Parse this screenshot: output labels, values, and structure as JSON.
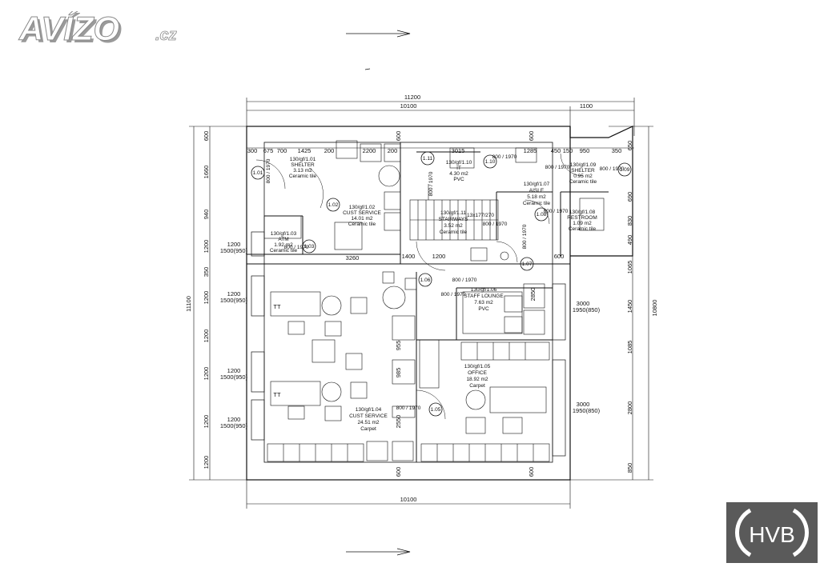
{
  "brand": {
    "name": "AVÍZO",
    "suffix": ".cz",
    "corner_logo": "HVB"
  },
  "colors": {
    "line": "#111111",
    "logo_text": "#ffffff",
    "logo_shadow": "#9a9a9a",
    "hvb_bg": "#5a5a5a"
  },
  "dims": {
    "top_total": "11200",
    "top_main": "10100",
    "top_right": "1100",
    "bottom": "10100",
    "left_total": "11100",
    "right_total": "10800",
    "top_row": [
      "300",
      "675",
      "700",
      "1425",
      "200",
      "2200",
      "200",
      "3015",
      "1285",
      "450",
      "150",
      "950",
      "350"
    ],
    "left_col": [
      "600",
      "1660",
      "940",
      "1200",
      "350",
      "1200",
      "1200",
      "1200",
      "1200",
      "1200"
    ],
    "right_col": [
      "650",
      "690",
      "830",
      "490",
      "1065",
      "1450",
      "1085",
      "2800",
      "850"
    ],
    "middle": [
      "600",
      "600",
      "600",
      "600",
      "600",
      "1200",
      "3260",
      "800 / 1970",
      "800 / 1970",
      "2850",
      "955",
      "985",
      "2550",
      "1400"
    ]
  },
  "windows": {
    "left": [
      {
        "w": "1200",
        "h": "1500(950)"
      },
      {
        "w": "1200",
        "h": "1500(950)"
      },
      {
        "w": "1200",
        "h": "1500(950)"
      },
      {
        "w": "1200",
        "h": "1500(950)"
      }
    ],
    "right": [
      {
        "w": "3000",
        "h": "1950(850)"
      },
      {
        "w": "3000",
        "h": "1950(850)"
      }
    ]
  },
  "rooms": [
    {
      "code": "130/gf/1.01",
      "name": "SHELTER",
      "area": "3.13 m2",
      "floor": "Ceramic tile"
    },
    {
      "code": "130/gf/1.02",
      "name": "CUST SERVICE",
      "area": "14.01 m2",
      "floor": "Ceramic tile"
    },
    {
      "code": "130/gf/1.03",
      "name": "ATM",
      "area": "1.92 m2",
      "floor": "Ceramic tile"
    },
    {
      "code": "130/gf/1.04",
      "name": "CUST SERVICE",
      "area": "24.51 m2",
      "floor": "Carpet"
    },
    {
      "code": "130/gf/1.05",
      "name": "OFFICE",
      "area": "18.92 m2",
      "floor": "Carpet"
    },
    {
      "code": "130/gf/1.06",
      "name": "STAFF LOUNGE",
      "area": "7.63 m2",
      "floor": "PVC"
    },
    {
      "code": "130/gf/1.07",
      "name": "AISLE",
      "area": "5.18 m2",
      "floor": "Ceramic tile"
    },
    {
      "code": "130/gf/1.08",
      "name": "RESTROOM",
      "area": "1.09 m2",
      "floor": "Ceramic tile"
    },
    {
      "code": "130/gf/1.09",
      "name": "SHELTER",
      "area": "0.95 m2",
      "floor": "Ceramic tile"
    },
    {
      "code": "130/gf/1.10",
      "name": "IT",
      "area": "4.30 m2",
      "floor": "PVC"
    },
    {
      "code": "130/gf/1.11",
      "name": "STAIRWAYS",
      "area": "3.52 m2",
      "floor": "Ceramic tile"
    }
  ],
  "doors": [
    {
      "tag": "1.01",
      "size": "800 / 1970"
    },
    {
      "tag": "1.02",
      "size": ""
    },
    {
      "tag": "1.03",
      "size": "800 / 1970"
    },
    {
      "tag": "1.05",
      "size": "800 / 1970"
    },
    {
      "tag": "1.06",
      "size": "800 / 1970"
    },
    {
      "tag": "1.07",
      "size": "800 / 1970"
    },
    {
      "tag": "1.08",
      "size": "800 / 1970"
    },
    {
      "tag": "1.09",
      "size": "800 / 1970"
    },
    {
      "tag": "1.10",
      "size": "800 / 1970"
    },
    {
      "tag": "1.11",
      "size": "800 / 1970"
    }
  ],
  "stair_note": "13x177/270",
  "furniture_tag": "TT"
}
